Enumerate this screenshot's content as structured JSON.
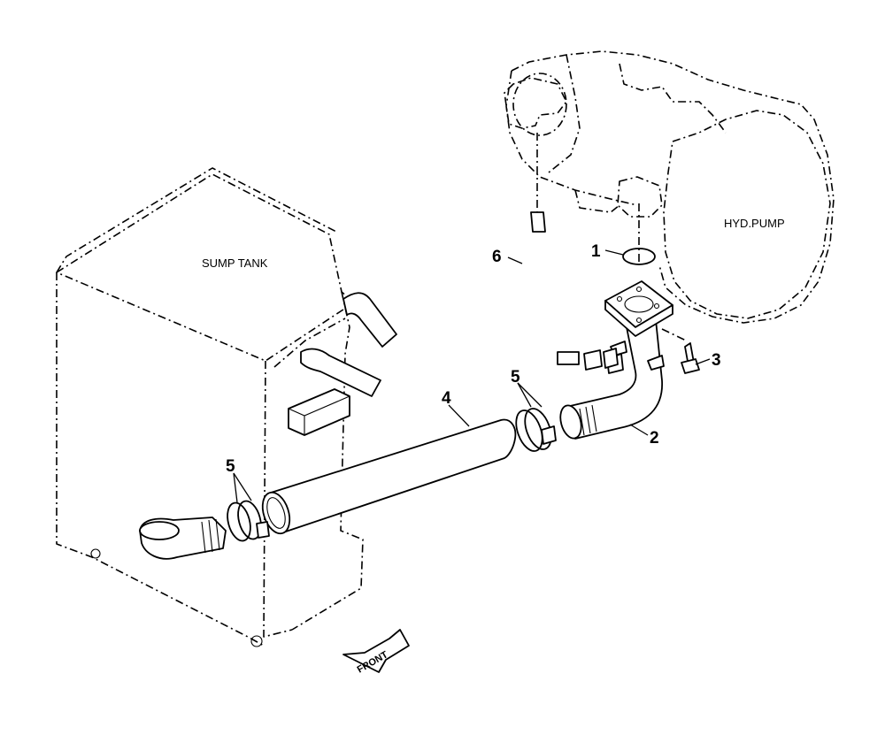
{
  "labels": {
    "sump_tank": "SUMP TANK",
    "hyd_pump": "HYD.PUMP",
    "front": "FRONT"
  },
  "callouts": {
    "c1": "1",
    "c2": "2",
    "c3": "3",
    "c4": "4",
    "c5a": "5",
    "c5b": "5",
    "c6": "6"
  }
}
